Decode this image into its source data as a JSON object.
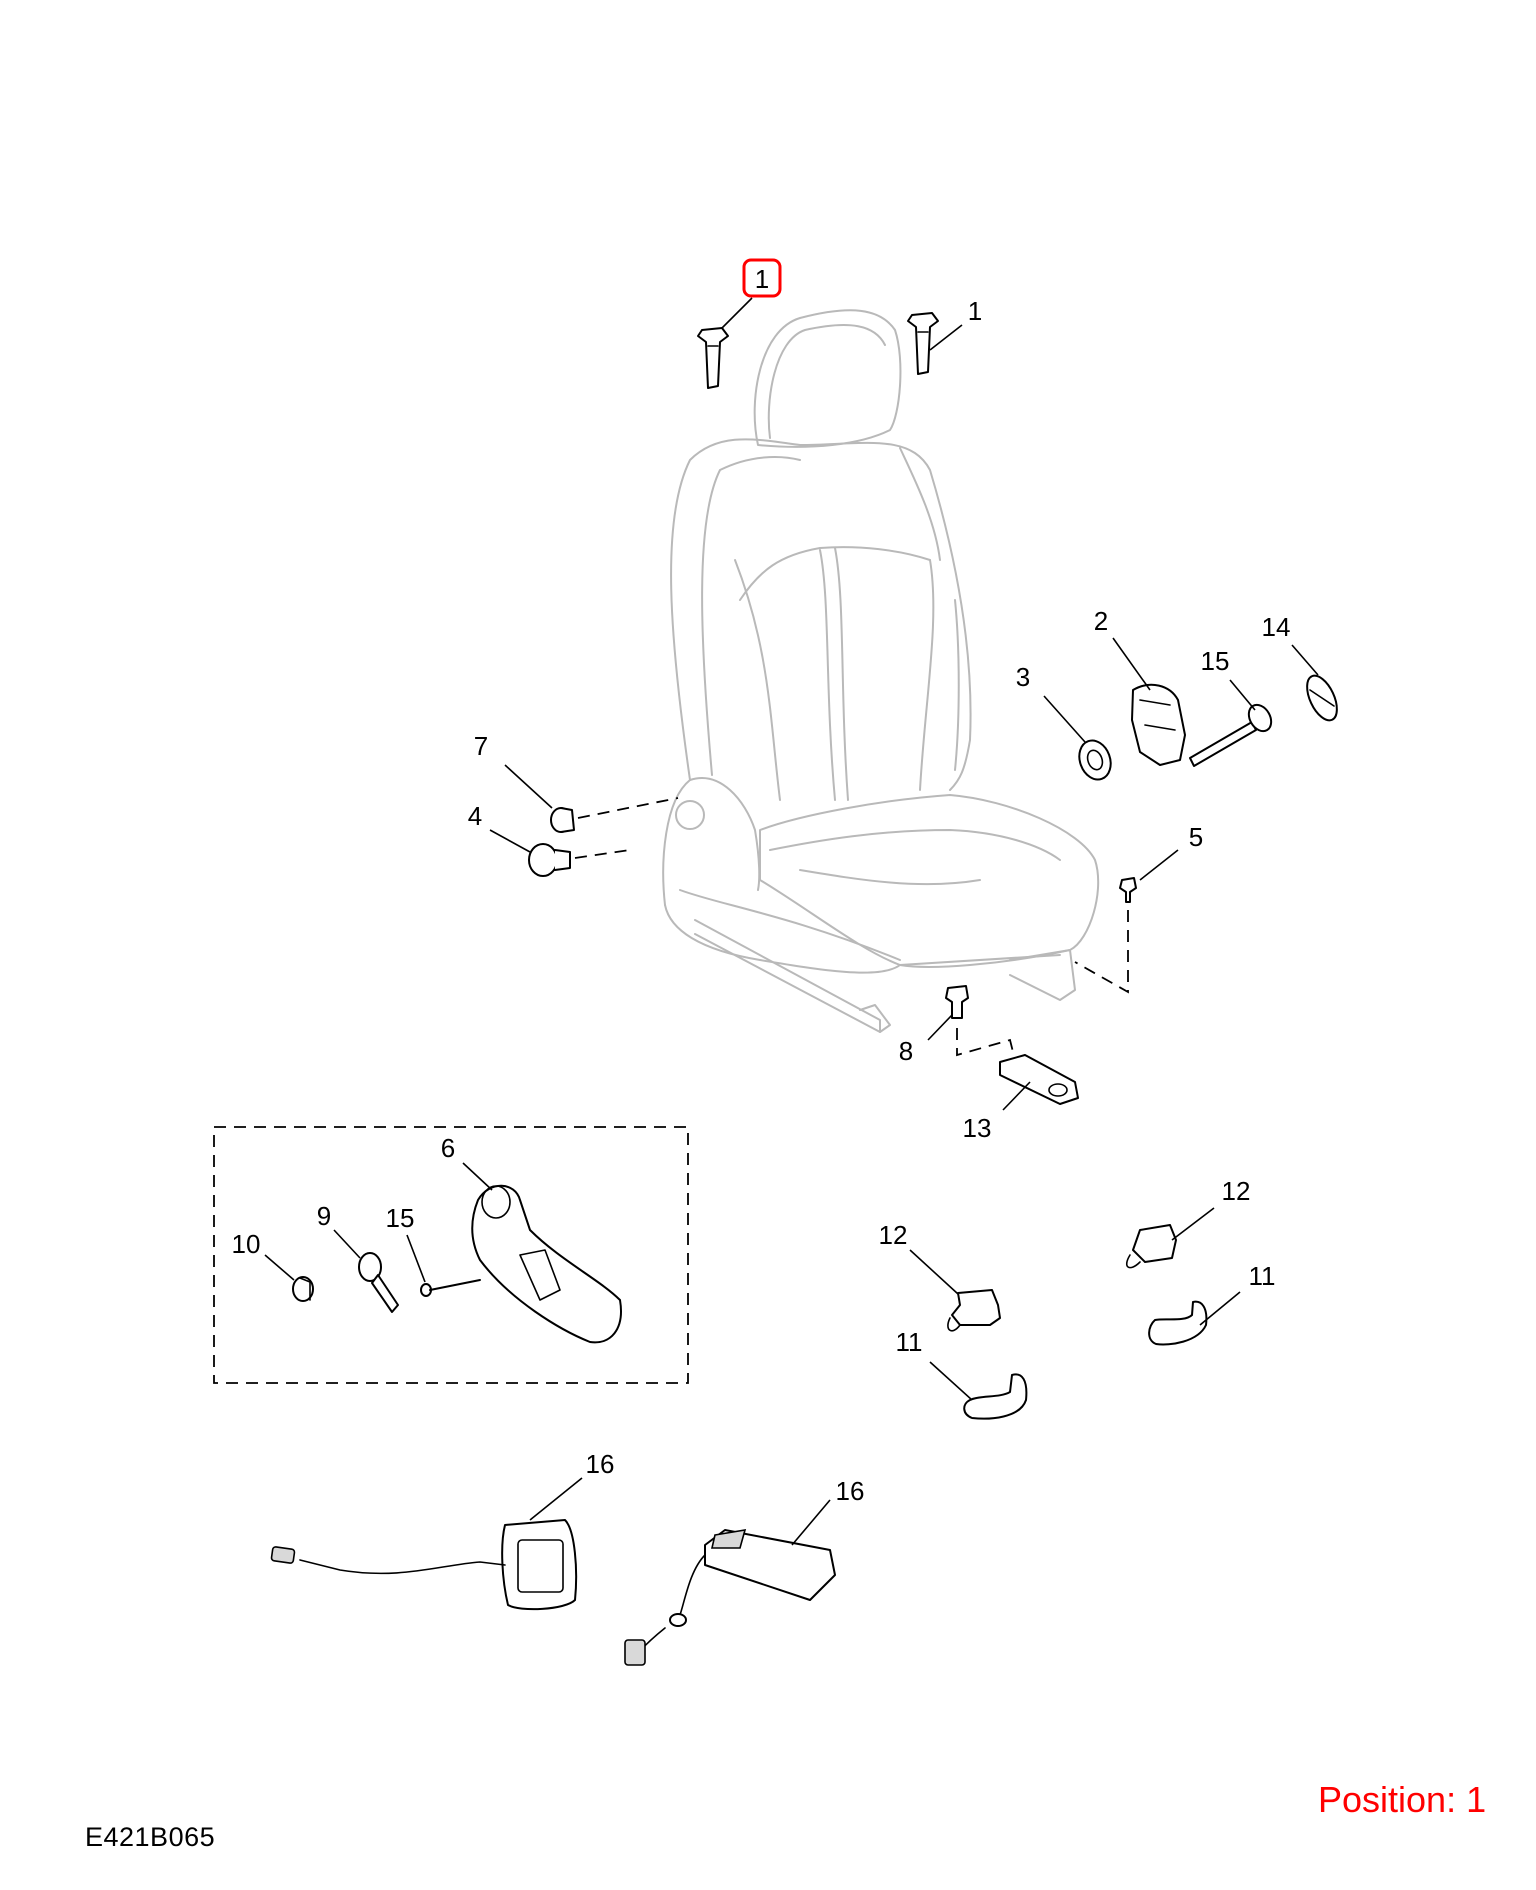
{
  "diagram": {
    "code": "E421B065",
    "position_label": "Position: 1",
    "highlight_color": "#ff0000",
    "line_color": "#000000",
    "seat_outline_color": "#b9b9b9",
    "callouts": {
      "c1_highlighted": "1",
      "c1": "1",
      "c2": "2",
      "c3": "3",
      "c4": "4",
      "c5": "5",
      "c6": "6",
      "c7": "7",
      "c8": "8",
      "c9": "9",
      "c10": "10",
      "c11_a": "11",
      "c11_b": "11",
      "c12_a": "12",
      "c12_b": "12",
      "c13": "13",
      "c14": "14",
      "c15_a": "15",
      "c15_b": "15",
      "c16_a": "16",
      "c16_b": "16"
    }
  }
}
